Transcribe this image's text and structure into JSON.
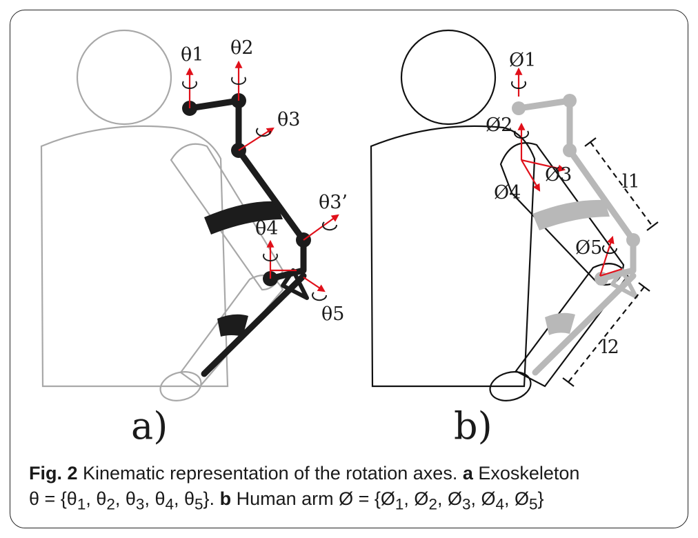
{
  "panels": {
    "a": {
      "label": "a)",
      "joints": [
        "θ1",
        "θ2",
        "θ3",
        "θ3’",
        "θ4",
        "θ5"
      ]
    },
    "b": {
      "label": "b)",
      "joints": [
        "Ø1",
        "Ø2",
        "Ø3",
        "Ø4",
        "Ø5"
      ],
      "lengths": [
        "l1",
        "l2"
      ]
    }
  },
  "caption": {
    "fig_label": "Fig. 2",
    "text": " Kinematic representation of the rotation axes. ",
    "part_a_label": "a",
    "part_a_text": " Exoskeleton",
    "theta_set": "θ = {θ",
    "theta_subs": [
      "1",
      "2",
      "3",
      "4",
      "5"
    ],
    "part_b_label": "b",
    "part_b_text": " Human arm Ø = {Ø",
    "phi_subs": [
      "1",
      "2",
      "3",
      "4",
      "5"
    ]
  },
  "colors": {
    "exo": "#1c1c1c",
    "exo_faded": "#b8b8b8",
    "body_faded": "#a8a8a8",
    "axis": "#e0101a",
    "outline": "#111111"
  }
}
